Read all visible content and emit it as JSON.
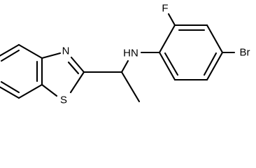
{
  "molecule": {
    "atoms": {
      "nitrogen_ring": "N",
      "sulfur": "S",
      "amine": "HN",
      "fluorine": "F",
      "bromine": "Br"
    }
  }
}
